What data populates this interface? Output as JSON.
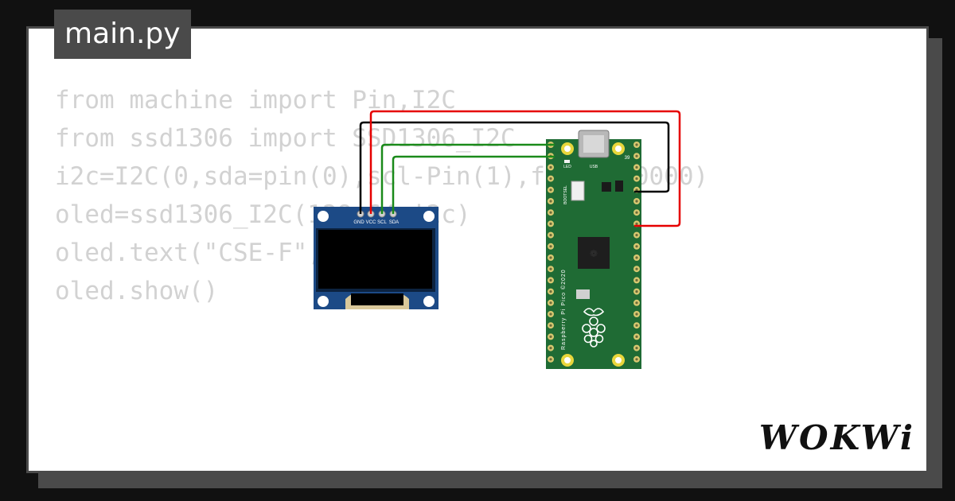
{
  "tab": {
    "label": "main.py"
  },
  "code": {
    "lines": [
      "from machine import Pin,I2C",
      "from ssd1306 import SSD1306_I2C",
      "i2c=I2C(0,sda=pin(0),scl-Pin(1),freq=400000)",
      "oled=ssd1306_I2C(128,64,i2c)",
      "oled.text(\"CSE-F\",0,0)",
      "oled.show()"
    ]
  },
  "oled": {
    "pins": [
      "GND",
      "VCC",
      "SCL",
      "SDA"
    ]
  },
  "pico": {
    "usb_label": "USB",
    "led_label": "LED",
    "bootsel_label": "BOOTSEL",
    "pin_label": "39",
    "board_text": "Raspberry Pi Pico ©2020"
  },
  "wires": {
    "colors": {
      "gnd": "#000000",
      "vcc": "#e60000",
      "i2c": "#1a8a1a"
    }
  },
  "brand": {
    "logo": "WOKWi"
  }
}
